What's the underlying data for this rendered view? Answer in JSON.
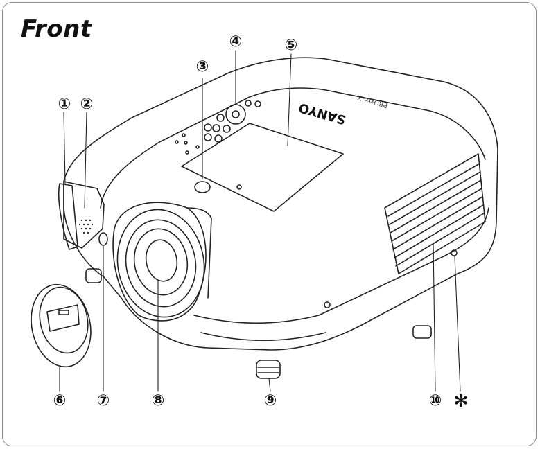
{
  "title": "Front",
  "brand": "SANYO",
  "model_text": "PROxtraX",
  "callouts": [
    {
      "id": "1",
      "label": "①"
    },
    {
      "id": "2",
      "label": "②"
    },
    {
      "id": "3",
      "label": "③"
    },
    {
      "id": "4",
      "label": "④"
    },
    {
      "id": "5",
      "label": "⑤"
    },
    {
      "id": "6",
      "label": "⑥"
    },
    {
      "id": "7",
      "label": "⑦"
    },
    {
      "id": "8",
      "label": "⑧"
    },
    {
      "id": "9",
      "label": "⑨"
    },
    {
      "id": "10",
      "label": "⑩"
    },
    {
      "id": "asterisk",
      "label": "✻"
    }
  ],
  "colors": {
    "line": "#222222",
    "frame": "#8a8a8a"
  }
}
